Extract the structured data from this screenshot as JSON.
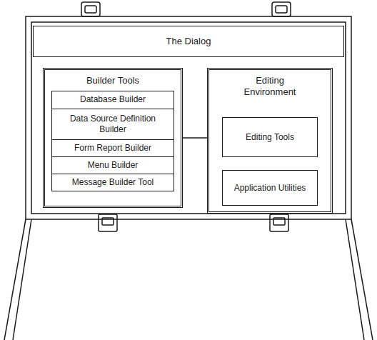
{
  "diagram": {
    "nodes": [
      {
        "text": [
          "The Dialog"
        ]
      },
      {
        "text": [
          "Builder Tools"
        ]
      },
      {
        "text": [
          "Database Builder"
        ],
        "in": 1
      },
      {
        "text": [
          "Data Source Definition Builder"
        ],
        "in": 1
      },
      {
        "text": [
          "Form Report Builder"
        ],
        "in": 1
      },
      {
        "text": [
          "Menu Builder"
        ],
        "in": 1
      },
      {
        "text": [
          "Message Builder Tool"
        ],
        "in": 1
      },
      {
        "text": [
          "Editing Environment"
        ]
      },
      {
        "text": [
          "Editing Tools"
        ],
        "in": 7
      },
      {
        "text": [
          "Application Utilities"
        ],
        "in": 7
      }
    ],
    "edges": [
      {
        "from": 1,
        "to": 7,
        "arrow": "none"
      }
    ]
  }
}
